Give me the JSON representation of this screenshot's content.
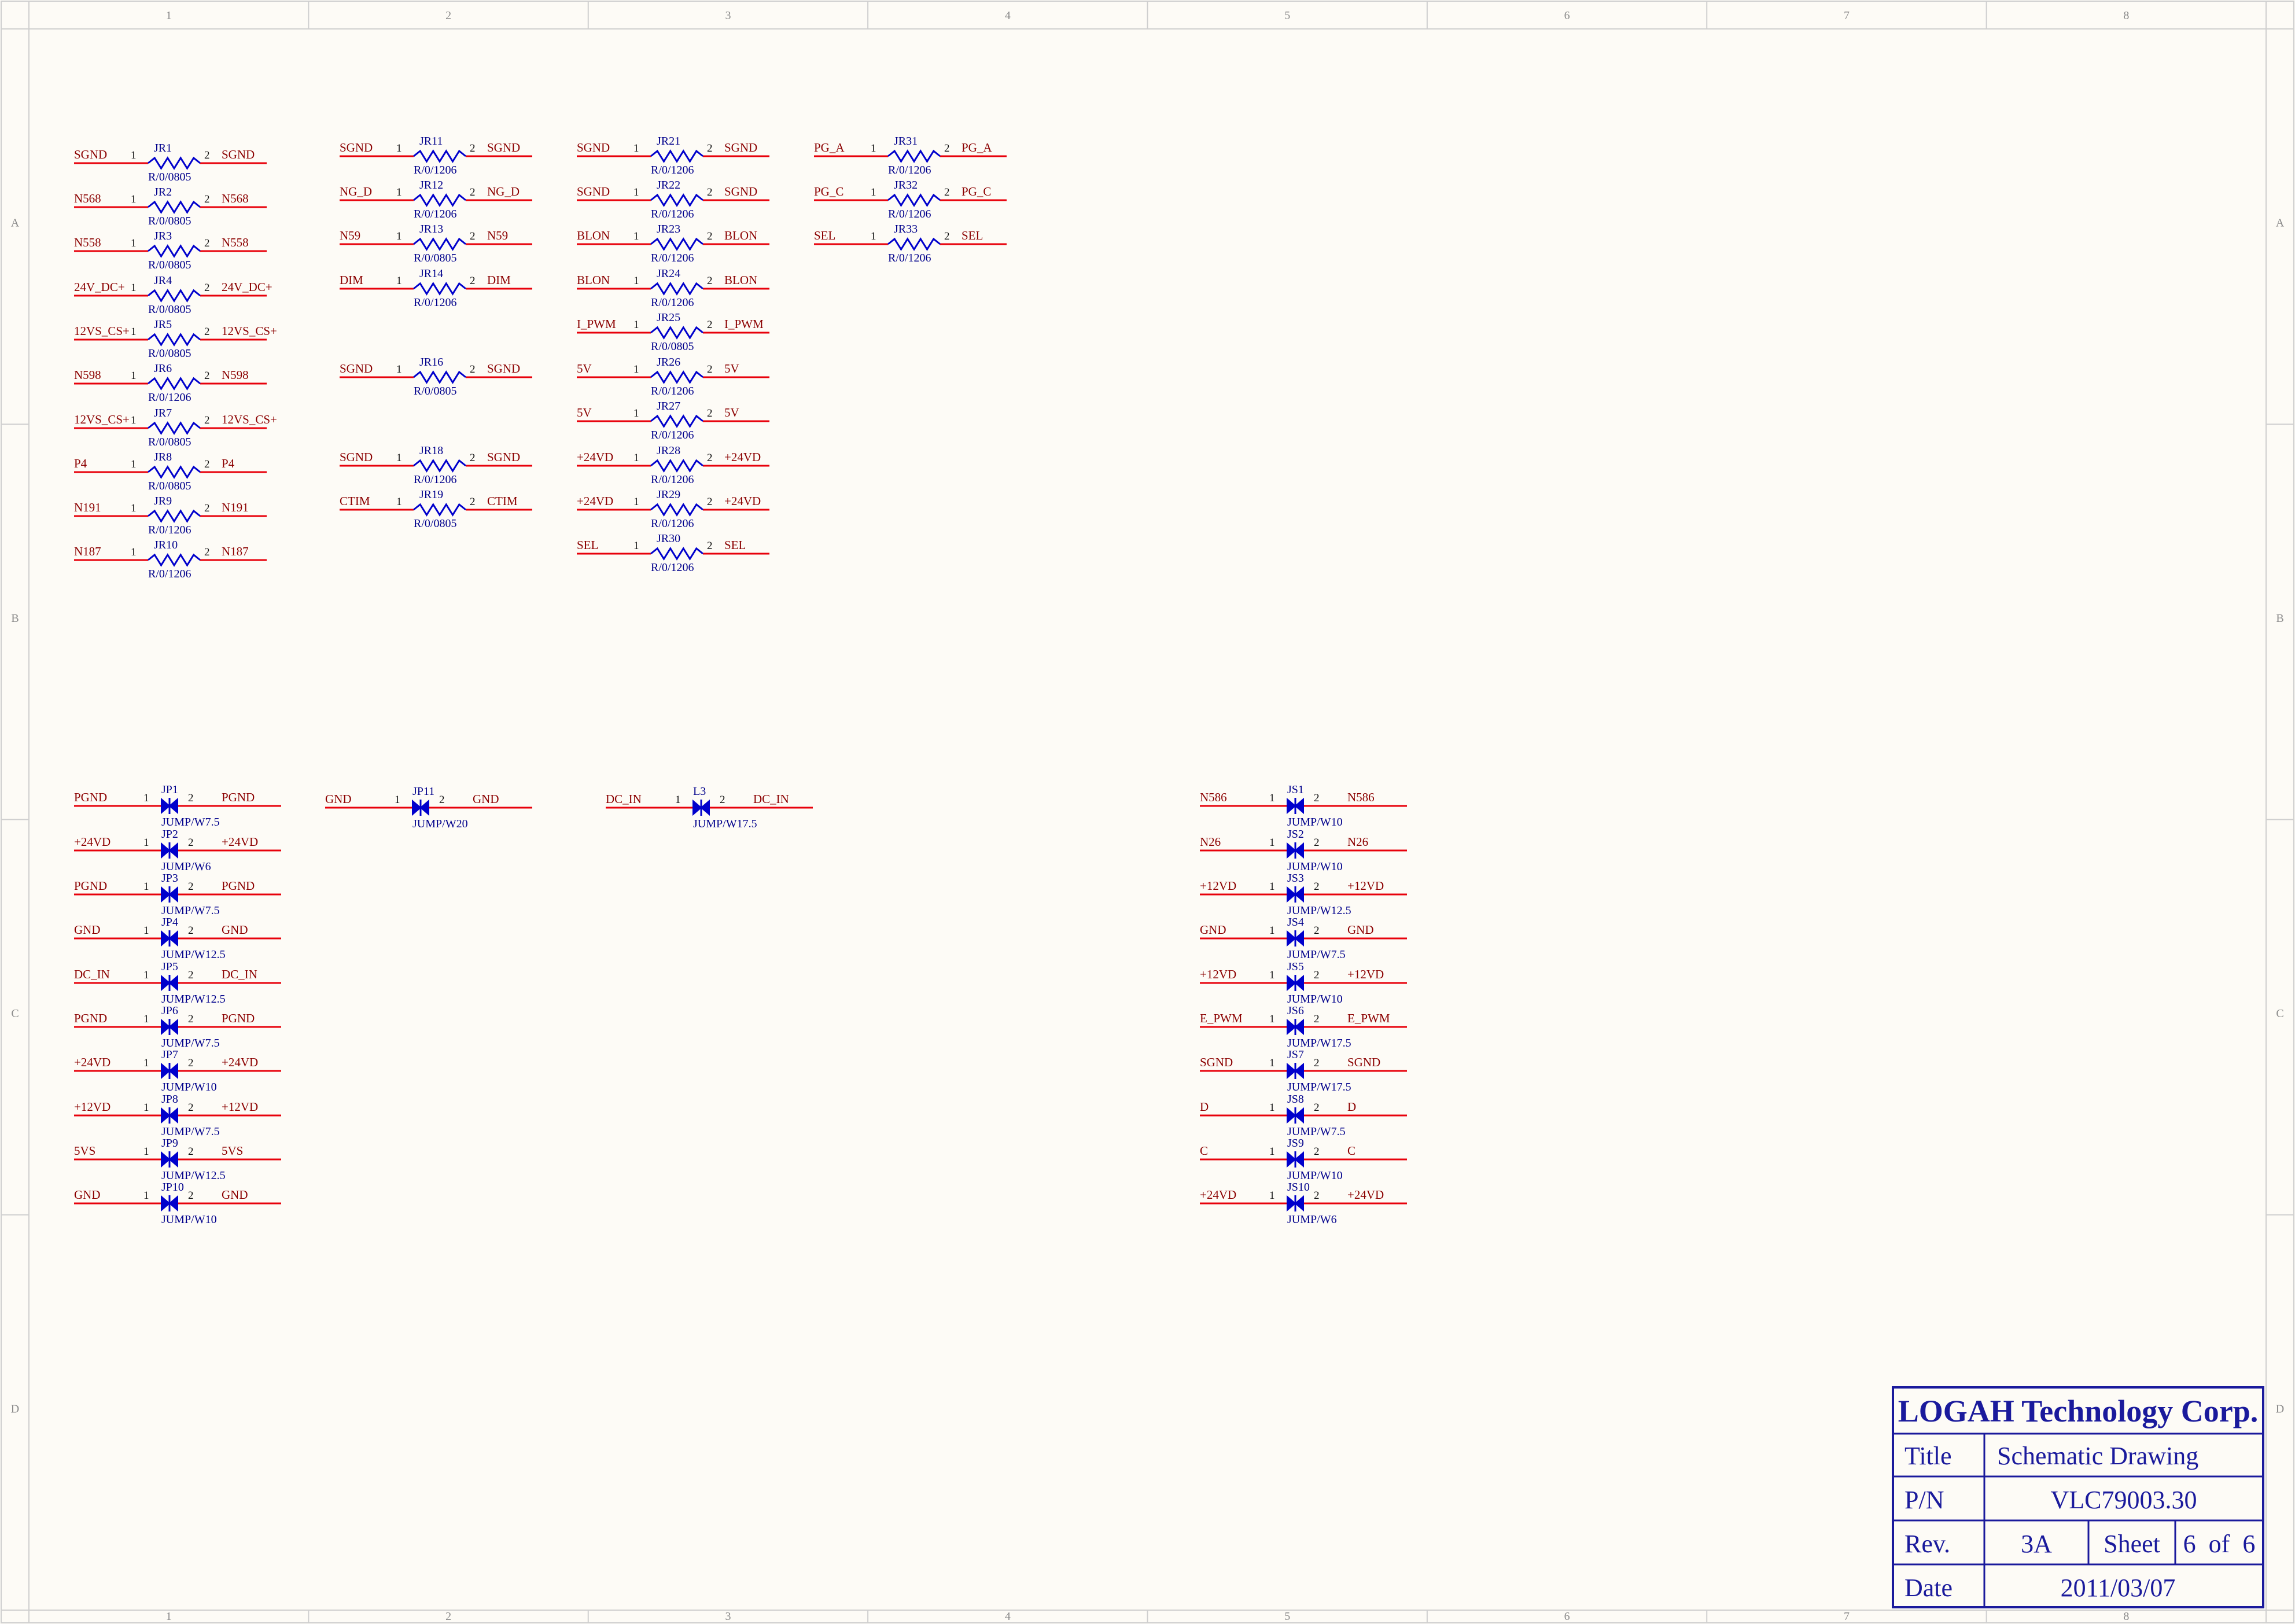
{
  "frame": {
    "columns": [
      "1",
      "2",
      "3",
      "4",
      "5",
      "6",
      "7",
      "8"
    ],
    "rows": [
      "A",
      "B",
      "C",
      "D"
    ]
  },
  "resistors": [
    {
      "ref": "JR1",
      "value": "R/0/0805",
      "net_left": "SGND",
      "net_right": "SGND"
    },
    {
      "ref": "JR2",
      "value": "R/0/0805",
      "net_left": "N568",
      "net_right": "N568"
    },
    {
      "ref": "JR3",
      "value": "R/0/0805",
      "net_left": "N558",
      "net_right": "N558"
    },
    {
      "ref": "JR4",
      "value": "R/0/0805",
      "net_left": "24V_DC+",
      "net_right": "24V_DC+"
    },
    {
      "ref": "JR5",
      "value": "R/0/0805",
      "net_left": "12VS_CS+",
      "net_right": "12VS_CS+"
    },
    {
      "ref": "JR6",
      "value": "R/0/1206",
      "net_left": "N598",
      "net_right": "N598"
    },
    {
      "ref": "JR7",
      "value": "R/0/0805",
      "net_left": "12VS_CS+",
      "net_right": "12VS_CS+"
    },
    {
      "ref": "JR8",
      "value": "R/0/0805",
      "net_left": "P4",
      "net_right": "P4"
    },
    {
      "ref": "JR9",
      "value": "R/0/1206",
      "net_left": "N191",
      "net_right": "N191"
    },
    {
      "ref": "JR10",
      "value": "R/0/1206",
      "net_left": "N187",
      "net_right": "N187"
    },
    {
      "ref": "JR11",
      "value": "R/0/1206",
      "net_left": "SGND",
      "net_right": "SGND"
    },
    {
      "ref": "JR12",
      "value": "R/0/1206",
      "net_left": "NG_D",
      "net_right": "NG_D"
    },
    {
      "ref": "JR13",
      "value": "R/0/0805",
      "net_left": "N59",
      "net_right": "N59"
    },
    {
      "ref": "JR14",
      "value": "R/0/1206",
      "net_left": "DIM",
      "net_right": "DIM"
    },
    {
      "ref": "JR16",
      "value": "R/0/0805",
      "net_left": "SGND",
      "net_right": "SGND"
    },
    {
      "ref": "JR18",
      "value": "R/0/1206",
      "net_left": "SGND",
      "net_right": "SGND"
    },
    {
      "ref": "JR19",
      "value": "R/0/0805",
      "net_left": "CTIM",
      "net_right": "CTIM"
    },
    {
      "ref": "JR21",
      "value": "R/0/1206",
      "net_left": "SGND",
      "net_right": "SGND"
    },
    {
      "ref": "JR22",
      "value": "R/0/1206",
      "net_left": "SGND",
      "net_right": "SGND"
    },
    {
      "ref": "JR23",
      "value": "R/0/1206",
      "net_left": "BLON",
      "net_right": "BLON"
    },
    {
      "ref": "JR24",
      "value": "R/0/1206",
      "net_left": "BLON",
      "net_right": "BLON"
    },
    {
      "ref": "JR25",
      "value": "R/0/0805",
      "net_left": "I_PWM",
      "net_right": "I_PWM"
    },
    {
      "ref": "JR26",
      "value": "R/0/1206",
      "net_left": "5V",
      "net_right": "5V"
    },
    {
      "ref": "JR27",
      "value": "R/0/1206",
      "net_left": "5V",
      "net_right": "5V"
    },
    {
      "ref": "JR28",
      "value": "R/0/1206",
      "net_left": "+24VD",
      "net_right": "+24VD"
    },
    {
      "ref": "JR29",
      "value": "R/0/1206",
      "net_left": "+24VD",
      "net_right": "+24VD"
    },
    {
      "ref": "JR30",
      "value": "R/0/1206",
      "net_left": "SEL",
      "net_right": "SEL"
    },
    {
      "ref": "JR31",
      "value": "R/0/1206",
      "net_left": "PG_A",
      "net_right": "PG_A"
    },
    {
      "ref": "JR32",
      "value": "R/0/1206",
      "net_left": "PG_C",
      "net_right": "PG_C"
    },
    {
      "ref": "JR33",
      "value": "R/0/1206",
      "net_left": "SEL",
      "net_right": "SEL"
    }
  ],
  "jumpers": [
    {
      "ref": "JP1",
      "value": "JUMP/W7.5",
      "net_left": "PGND",
      "net_right": "PGND"
    },
    {
      "ref": "JP2",
      "value": "JUMP/W6",
      "net_left": "+24VD",
      "net_right": "+24VD"
    },
    {
      "ref": "JP3",
      "value": "JUMP/W7.5",
      "net_left": "PGND",
      "net_right": "PGND"
    },
    {
      "ref": "JP4",
      "value": "JUMP/W12.5",
      "net_left": "GND",
      "net_right": "GND"
    },
    {
      "ref": "JP5",
      "value": "JUMP/W12.5",
      "net_left": "DC_IN",
      "net_right": "DC_IN"
    },
    {
      "ref": "JP6",
      "value": "JUMP/W7.5",
      "net_left": "PGND",
      "net_right": "PGND"
    },
    {
      "ref": "JP7",
      "value": "JUMP/W10",
      "net_left": "+24VD",
      "net_right": "+24VD"
    },
    {
      "ref": "JP8",
      "value": "JUMP/W7.5",
      "net_left": "+12VD",
      "net_right": "+12VD"
    },
    {
      "ref": "JP9",
      "value": "JUMP/W12.5",
      "net_left": "5VS",
      "net_right": "5VS"
    },
    {
      "ref": "JP10",
      "value": "JUMP/W10",
      "net_left": "GND",
      "net_right": "GND"
    },
    {
      "ref": "JP11",
      "value": "JUMP/W20",
      "net_left": "GND",
      "net_right": "GND"
    },
    {
      "ref": "L3",
      "value": "JUMP/W17.5",
      "net_left": "DC_IN",
      "net_right": "DC_IN"
    },
    {
      "ref": "JS1",
      "value": "JUMP/W10",
      "net_left": "N586",
      "net_right": "N586"
    },
    {
      "ref": "JS2",
      "value": "JUMP/W10",
      "net_left": "N26",
      "net_right": "N26"
    },
    {
      "ref": "JS3",
      "value": "JUMP/W12.5",
      "net_left": "+12VD",
      "net_right": "+12VD"
    },
    {
      "ref": "JS4",
      "value": "JUMP/W7.5",
      "net_left": "GND",
      "net_right": "GND"
    },
    {
      "ref": "JS5",
      "value": "JUMP/W10",
      "net_left": "+12VD",
      "net_right": "+12VD"
    },
    {
      "ref": "JS6",
      "value": "JUMP/W17.5",
      "net_left": "E_PWM",
      "net_right": "E_PWM"
    },
    {
      "ref": "JS7",
      "value": "JUMP/W17.5",
      "net_left": "SGND",
      "net_right": "SGND"
    },
    {
      "ref": "JS8",
      "value": "JUMP/W7.5",
      "net_left": "D",
      "net_right": "D"
    },
    {
      "ref": "JS9",
      "value": "JUMP/W10",
      "net_left": "C",
      "net_right": "C"
    },
    {
      "ref": "JS10",
      "value": "JUMP/W6",
      "net_left": "+24VD",
      "net_right": "+24VD"
    }
  ],
  "title_block": {
    "company": "LOGAH Technology Corp.",
    "title_label": "Title",
    "title_value": "Schematic Drawing",
    "pn_label": "P/N",
    "pn_value": "VLC79003.30",
    "rev_label": "Rev.",
    "rev_value": "3A",
    "sheet_label": "Sheet",
    "sheet_value": "6  of  6",
    "date_label": "Date",
    "date_value": "2011/03/07"
  },
  "colors": {
    "wire": "#e8000b",
    "component": "#0000cc",
    "net_text": "#8b0000",
    "border": "#1a1a9c"
  }
}
